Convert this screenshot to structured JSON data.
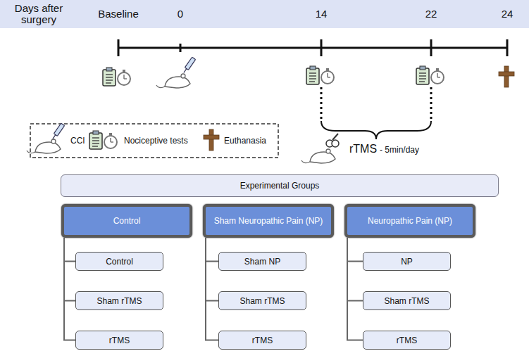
{
  "diagram": {
    "nodes": [
      {
        "text": [
          "Experimental Groups"
        ]
      },
      {
        "text": [
          "Control"
        ]
      },
      {
        "text": [
          "Control"
        ]
      },
      {
        "text": [
          "Sham rTMS"
        ]
      },
      {
        "text": [
          "rTMS"
        ]
      },
      {
        "text": [
          "Sham Neuropathic Pain (NP)"
        ]
      },
      {
        "text": [
          "Sham NP"
        ]
      },
      {
        "text": [
          "Sham rTMS"
        ]
      },
      {
        "text": [
          "rTMS"
        ]
      },
      {
        "text": [
          "Neuropathic Pain (NP)"
        ]
      },
      {
        "text": [
          "NP"
        ]
      },
      {
        "text": [
          "Sham rTMS"
        ]
      },
      {
        "text": [
          "rTMS"
        ]
      }
    ],
    "edges": [
      {
        "from": 1,
        "to": 2,
        "arrow": "none"
      },
      {
        "from": 1,
        "to": 3,
        "arrow": "none"
      },
      {
        "from": 1,
        "to": 4,
        "arrow": "none"
      },
      {
        "from": 5,
        "to": 6,
        "arrow": "none"
      },
      {
        "from": 5,
        "to": 7,
        "arrow": "none"
      },
      {
        "from": 5,
        "to": 8,
        "arrow": "none"
      },
      {
        "from": 9,
        "to": 10,
        "arrow": "none"
      },
      {
        "from": 9,
        "to": 11,
        "arrow": "none"
      },
      {
        "from": 9,
        "to": 12,
        "arrow": "none"
      }
    ],
    "labels": [
      "Days after surgery",
      "Baseline",
      "0",
      "14",
      "22",
      "24",
      "rTMS",
      "- 5min/day"
    ],
    "legend": [
      {
        "text": "CCI"
      },
      {
        "text": "Nociceptive tests"
      },
      {
        "text": "Euthanasia"
      }
    ]
  }
}
